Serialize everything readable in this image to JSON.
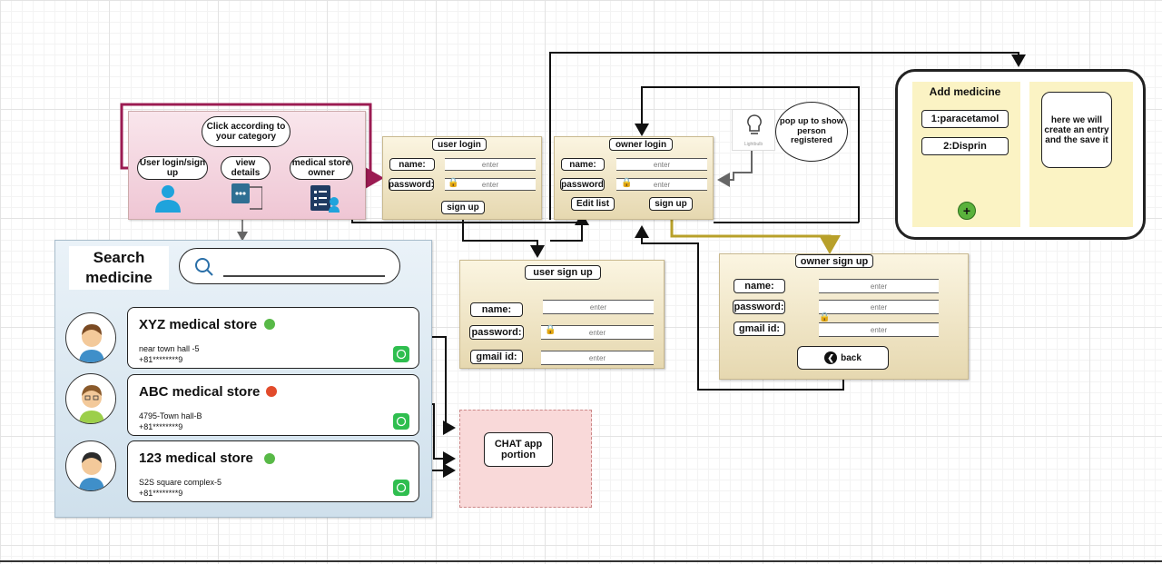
{
  "category_panel": {
    "title": "Click according to your category",
    "user_btn": "User login/sign up",
    "view_btn": "view details",
    "owner_btn": "medical store owner"
  },
  "user_login": {
    "title": "user login",
    "name_label": "name:",
    "password_label": "password:",
    "name_placeholder": "enter",
    "password_placeholder": "enter",
    "signup_btn": "sign up"
  },
  "owner_login": {
    "title": "owner login",
    "name_label": "name:",
    "password_label": "password",
    "name_placeholder": "enter",
    "password_placeholder": "enter",
    "edit_btn": "Edit list",
    "signup_btn": "sign up"
  },
  "popup": {
    "text": "pop up to show person registered",
    "lightbulb_caption": "Lightbulb"
  },
  "add_medicine": {
    "title": "Add medicine",
    "items": [
      "1:paracetamol",
      "2:Disprin"
    ],
    "note": "here we will create an entry and the save it"
  },
  "user_signup": {
    "title": "user sign up",
    "name_label": "name:",
    "password_label": "password:",
    "gmail_label": "gmail id:",
    "name_placeholder": "enter",
    "password_placeholder": "enter",
    "gmail_placeholder": "enter"
  },
  "owner_signup": {
    "title": "owner sign up",
    "name_label": "name:",
    "password_label": "password:",
    "gmail_label": "gmail id:",
    "name_placeholder": "enter",
    "password_placeholder": "enter",
    "gmail_placeholder": "enter",
    "back_btn": "back"
  },
  "search": {
    "title": "Search medicine"
  },
  "stores": [
    {
      "name": "XYZ medical store",
      "address": "near town hall -5",
      "phone": "+81********9",
      "status_color": "#58b947"
    },
    {
      "name": "ABC medical store",
      "address": "4795-Town hall-B",
      "phone": "+81********9",
      "status_color": "#e24b2b"
    },
    {
      "name": "123 medical store",
      "address": "S2S square complex-5",
      "phone": "+81********9",
      "status_color": "#58b947"
    }
  ],
  "chat": {
    "label": "CHAT app portion"
  },
  "colors": {
    "maroon_connector": "#9b1b52",
    "gold_connector": "#b8a02a",
    "category_panel_bg": "#f3d3de",
    "search_panel_bg": "#dde9f3",
    "chat_bg": "#f9d9d9",
    "medicine_panel_bg": "#fbf3c4"
  }
}
